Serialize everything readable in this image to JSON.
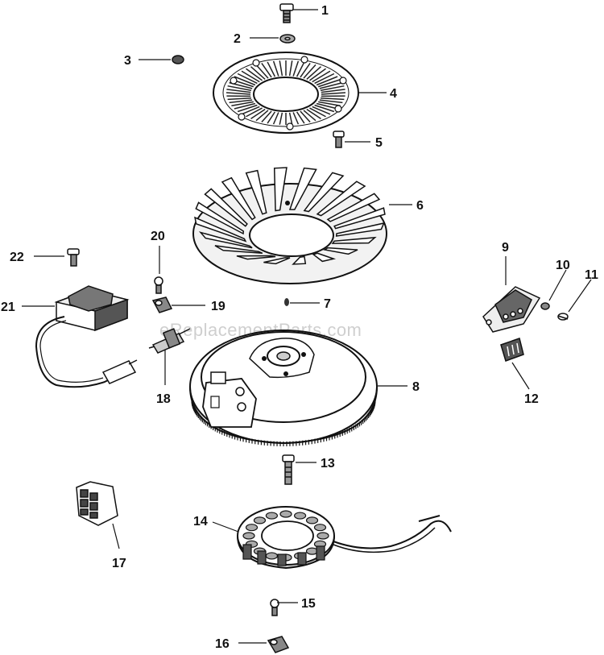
{
  "watermark": "eReplacementParts.com",
  "callouts": {
    "n1": "1",
    "n2": "2",
    "n3": "3",
    "n4": "4",
    "n5": "5",
    "n6": "6",
    "n7": "7",
    "n8": "8",
    "n9": "9",
    "n10": "10",
    "n11": "11",
    "n12": "12",
    "n13": "13",
    "n14": "14",
    "n15": "15",
    "n16": "16",
    "n17": "17",
    "n18": "18",
    "n19": "19",
    "n20": "20",
    "n21": "21",
    "n22": "22"
  }
}
